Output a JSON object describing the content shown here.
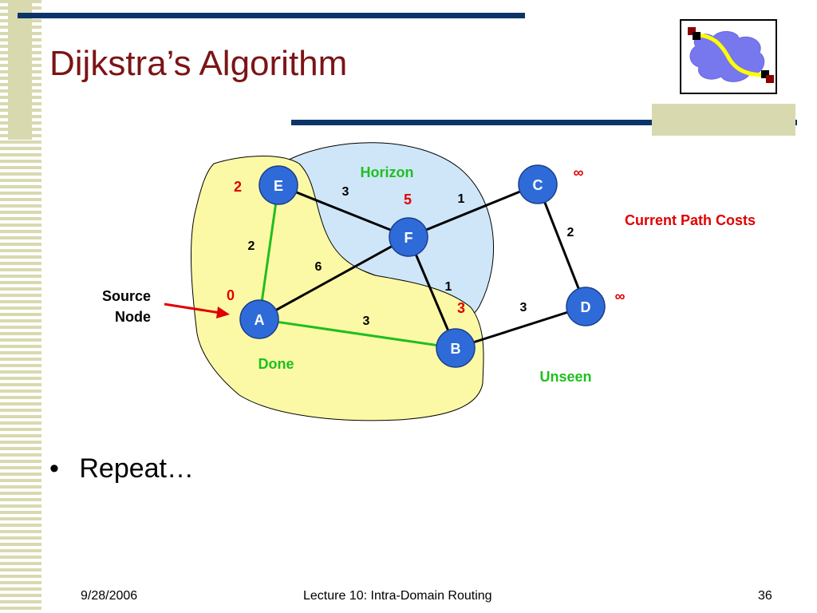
{
  "slide": {
    "title": "Dijkstra’s Algorithm",
    "bullet_marker": "•",
    "bullet_text": "Repeat…"
  },
  "diagram": {
    "region_labels": {
      "horizon": "Horizon",
      "done": "Done",
      "unseen": "Unseen",
      "current_path_costs": "Current Path Costs",
      "source_node": [
        "Source",
        "Node"
      ]
    },
    "nodes": [
      {
        "id": "E",
        "cost": "2"
      },
      {
        "id": "C",
        "cost": "∞"
      },
      {
        "id": "F",
        "cost": "5"
      },
      {
        "id": "A",
        "cost": "0"
      },
      {
        "id": "D",
        "cost": "∞"
      },
      {
        "id": "B",
        "cost": "3"
      }
    ],
    "edges": [
      {
        "from": "A",
        "to": "E",
        "weight": "2",
        "state": "done"
      },
      {
        "from": "A",
        "to": "B",
        "weight": "3",
        "state": "done"
      },
      {
        "from": "A",
        "to": "F",
        "weight": "6",
        "state": "normal"
      },
      {
        "from": "E",
        "to": "F",
        "weight": "3",
        "state": "normal"
      },
      {
        "from": "F",
        "to": "C",
        "weight": "1",
        "state": "normal"
      },
      {
        "from": "F",
        "to": "B",
        "weight": "1",
        "state": "normal"
      },
      {
        "from": "C",
        "to": "D",
        "weight": "2",
        "state": "normal"
      },
      {
        "from": "B",
        "to": "D",
        "weight": "3",
        "state": "normal"
      }
    ],
    "colors": {
      "node_fill": "#2f6bd8",
      "done_fill": "#fcf9a6",
      "horizon_fill": "#cfe6f8",
      "done_edge": "#1fbf1f",
      "cost_red": "#e00000",
      "label_green": "#1fbf1f"
    }
  },
  "footer": {
    "date": "9/28/2006",
    "course": "Lecture 10: Intra-Domain Routing",
    "page": "36"
  }
}
